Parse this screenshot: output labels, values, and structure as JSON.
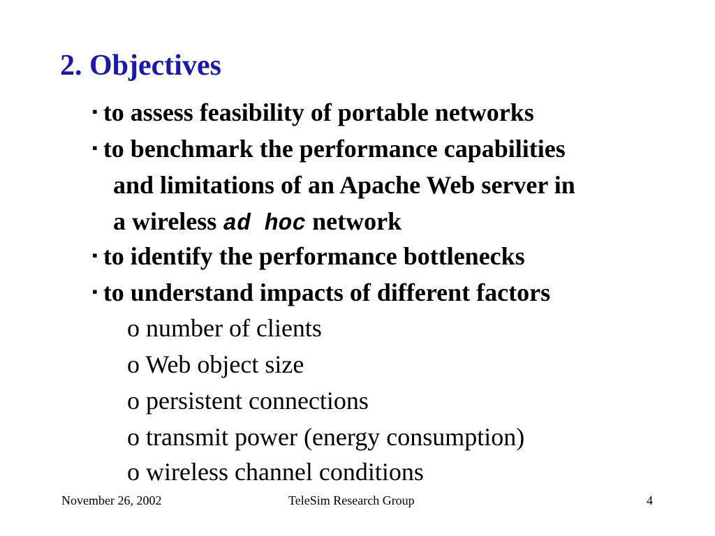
{
  "title": "2. Objectives",
  "bullet_marker": "▪",
  "bullets": [
    {
      "text": "to assess feasibility of portable networks"
    },
    {
      "line1": "to benchmark the performance capabilities",
      "line2": "and limitations of an Apache Web server in",
      "line3_pre": "a wireless",
      "line3_code": "ad hoc",
      "line3_post": "network"
    },
    {
      "text": "to identify the performance bottlenecks"
    },
    {
      "text": "to understand impacts of different factors"
    }
  ],
  "sub_marker": "o",
  "factors": [
    "number of clients",
    "Web object size",
    "persistent connections",
    "transmit power (energy consumption)",
    "wireless channel conditions"
  ],
  "footer": {
    "date": "November 26, 2002",
    "group": "TeleSim Research Group",
    "page": "4"
  }
}
